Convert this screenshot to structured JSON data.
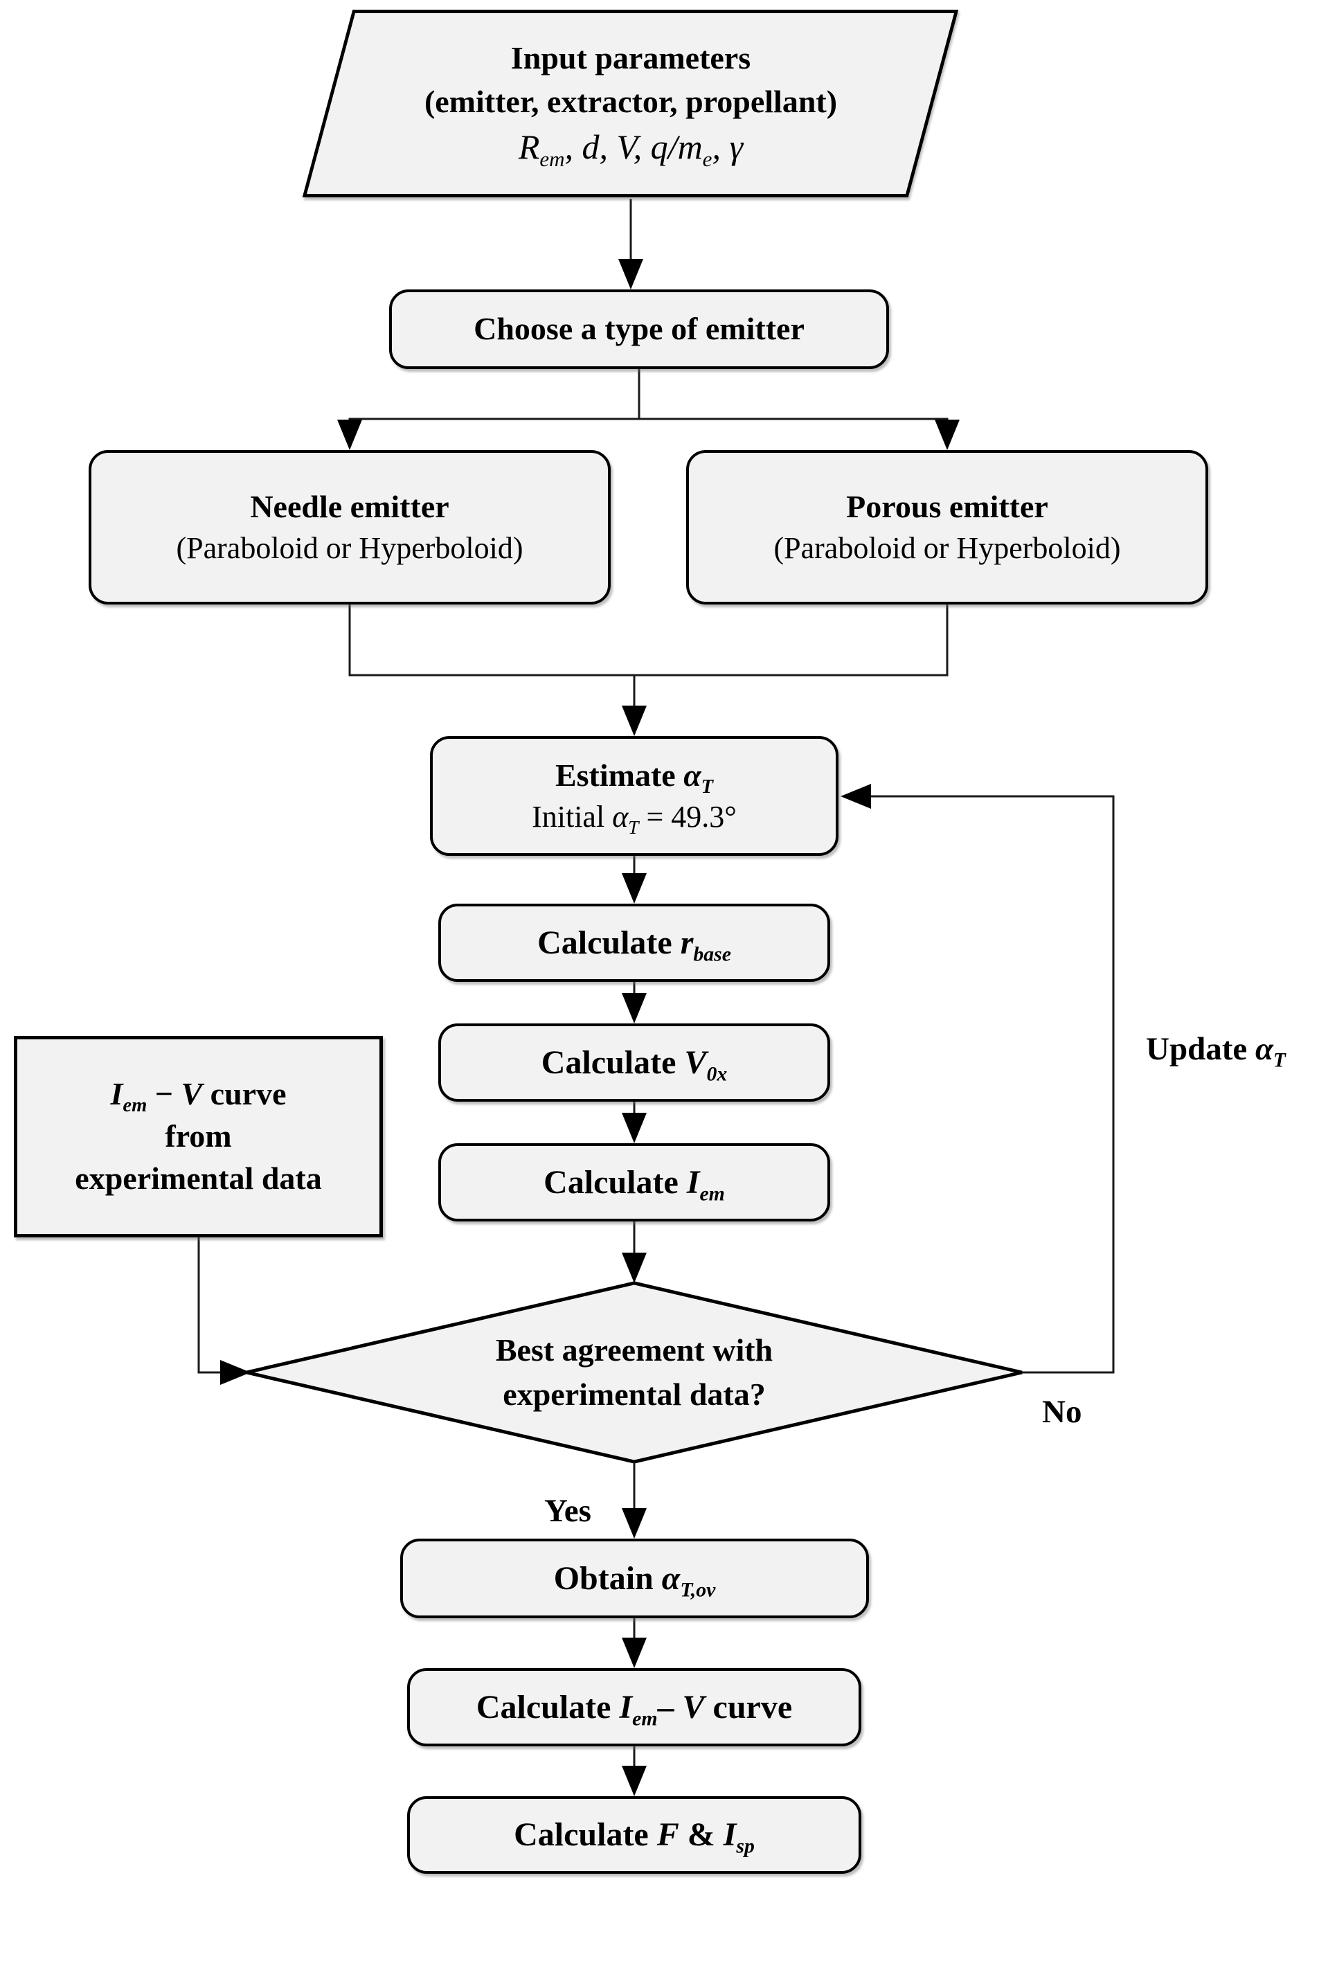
{
  "palette": {
    "background": "#ffffff",
    "node_fill": "#f2f2f2",
    "node_border": "#000000",
    "connector": "#1a1a1a",
    "text": "#000000"
  },
  "nodes": {
    "input_parameters": {
      "line1": "Input parameters",
      "line2": "(emitter, extractor, propellant)",
      "math": {
        "r": "R",
        "r_sub": "em",
        "sep1": ", ",
        "d": "d",
        "sep2": ", ",
        "v": "V",
        "sep3": ", ",
        "q": "q",
        "slash": "/",
        "m": "m",
        "m_sub": "e",
        "sep4": ", ",
        "gamma": "γ"
      }
    },
    "choose_emitter": {
      "label": "Choose a type of emitter"
    },
    "needle_emitter": {
      "line1": "Needle emitter",
      "line2": "(Paraboloid or Hyperboloid)"
    },
    "porous_emitter": {
      "line1": "Porous emitter",
      "line2": "(Paraboloid or Hyperboloid)"
    },
    "estimate_alpha": {
      "l1_text": "Estimate ",
      "l1_sym": "α",
      "l1_sub": "T",
      "l2_text": "Initial ",
      "l2_sym": "α",
      "l2_sub": "T",
      "l2_value": " = 49.3°"
    },
    "calc_rbase": {
      "text": "Calculate ",
      "sym": "r",
      "sub": "base"
    },
    "calc_v0x": {
      "text": "Calculate ",
      "sym": "V",
      "sub": "0x"
    },
    "calc_iem": {
      "text": "Calculate ",
      "sym": "I",
      "sub": "em"
    },
    "experimental_data": {
      "l1_sym": "I",
      "l1_sub": "em",
      "l1_mid": " − ",
      "l1_v": "V",
      "l1_tail": " curve",
      "line2": "from",
      "line3": "experimental data"
    },
    "decision": {
      "line1": "Best agreement with",
      "line2": "experimental data?"
    },
    "obtain_alpha": {
      "text": "Obtain ",
      "sym": "α",
      "sub": "T,ov"
    },
    "calc_iemv": {
      "text": "Calculate ",
      "sym": "I",
      "sub": "em",
      "dash": "– ",
      "v": "V",
      "tail": " curve"
    },
    "calc_thrust": {
      "text": "Calculate ",
      "f": "F",
      "amp": " & ",
      "i": "I",
      "sub": "sp"
    }
  },
  "edge_labels": {
    "yes": "Yes",
    "no": "No",
    "update": {
      "text": "Update ",
      "sym": "α",
      "sub": "T"
    }
  }
}
